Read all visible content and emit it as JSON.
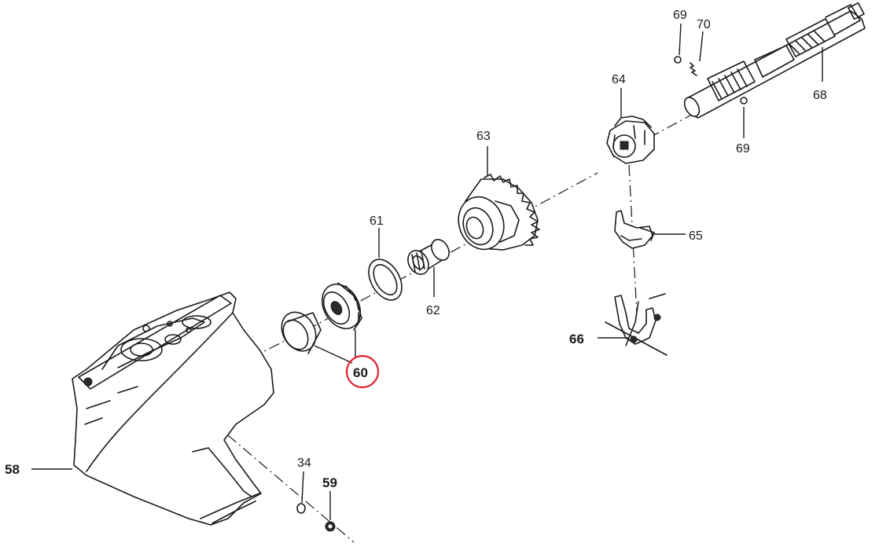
{
  "labels": {
    "p58": "58",
    "p34": "34",
    "p59": "59",
    "p60": "60",
    "p61": "61",
    "p62": "62",
    "p63": "63",
    "p64": "64",
    "p65": "65",
    "p66": "66",
    "p68": "68",
    "p69_top": "69",
    "p69_bottom": "69",
    "p70": "70"
  },
  "highlight": {
    "part": "60",
    "color": "#e0202a"
  }
}
